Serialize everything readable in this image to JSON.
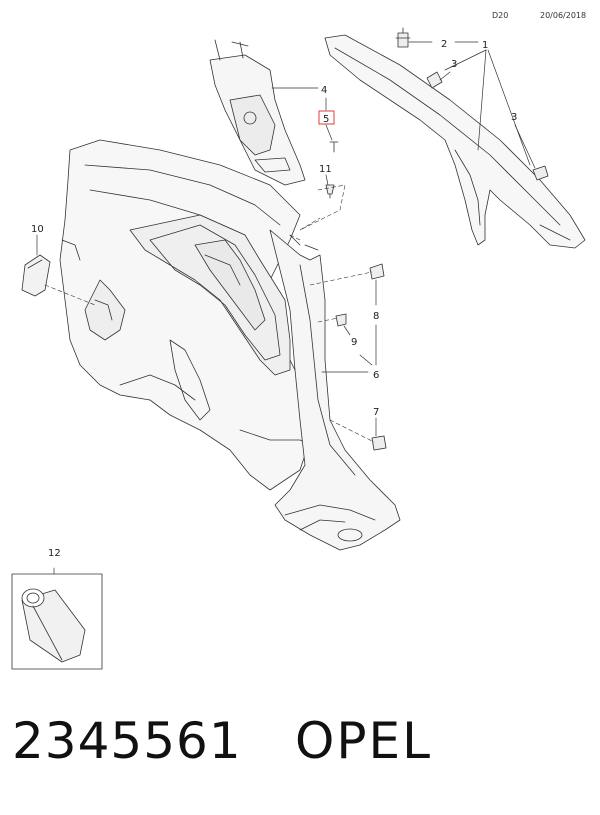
{
  "header": {
    "diagram_code": "D20",
    "date": "20/06/2018"
  },
  "callouts": {
    "c1": "1",
    "c2": "2",
    "c3a": "3",
    "c3b": "3",
    "c4": "4",
    "c5": "5",
    "c6": "6",
    "c7": "7",
    "c8": "8",
    "c9": "9",
    "c10": "10",
    "c11": "11",
    "c12": "12"
  },
  "highlight_color": "#e23b3b",
  "caption": {
    "part_number": "2345561",
    "brand": "OPEL"
  }
}
